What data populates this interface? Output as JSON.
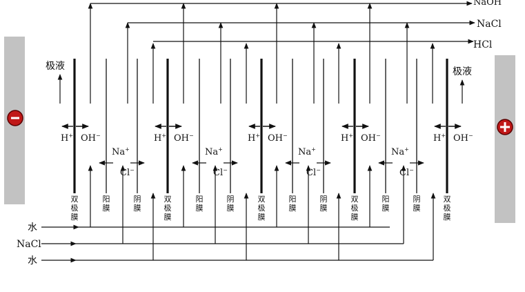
{
  "products": {
    "naoh": "NaOH",
    "nacl": "NaCl",
    "hcl": "HCl"
  },
  "electrode_liquid_left": "极液",
  "electrode_liquid_right": "极液",
  "electrodes": {
    "cathode_symbol": "−",
    "anode_symbol": "+",
    "color": "#c01818",
    "plate_color": "#c2c2c2"
  },
  "inputs": {
    "water_top": "水",
    "nacl": "NaCl",
    "water_bottom": "水"
  },
  "membranes": {
    "bipolar": "双极膜",
    "anion": "阴膜",
    "cation": "阳膜"
  },
  "ions": {
    "h": "H",
    "h_sup": "+",
    "oh": "OH",
    "oh_sup": "−",
    "na": "Na",
    "na_sup": "+",
    "cl": "Cl",
    "cl_sup": "−"
  }
}
